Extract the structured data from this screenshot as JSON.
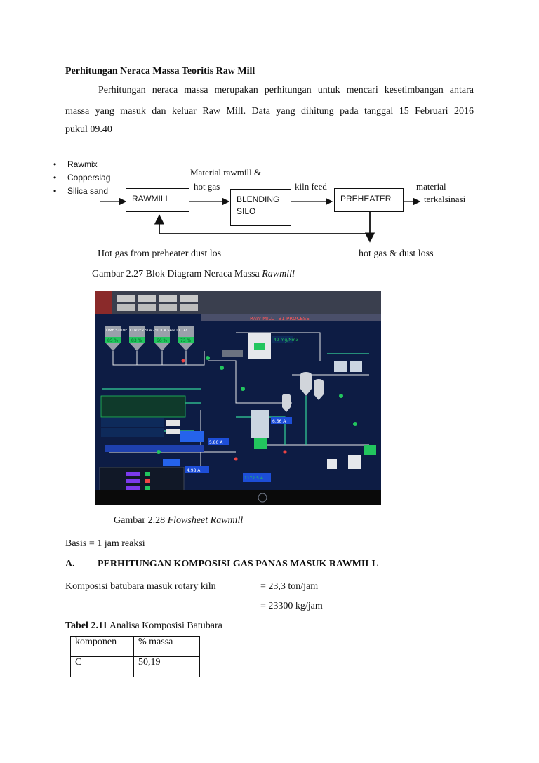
{
  "heading": "Perhitungan  Neraca Massa Teoritis Raw Mill",
  "paragraph": {
    "line1": "Perhitungan neraca massa merupakan perhitungan untuk mencari kesetimbangan antara",
    "line2": "massa yang masuk dan keluar Raw Mill. Data yang dihitung pada tanggal 15 Februari 2016",
    "line3": "pukul 09.40"
  },
  "inputs": [
    "Rawmix",
    "Copperslag",
    "Silica sand"
  ],
  "diagram": {
    "box_rawmill": "RAWMILL",
    "box_blending_line1": "BLENDING",
    "box_blending_line2": "SILO",
    "box_preheater": "PREHEATER",
    "label_material_line1": "Material rawmill  &",
    "label_material_line2": "hot gas",
    "label_kiln_feed": "kiln feed",
    "label_out_line1": "material",
    "label_out_line2": "terkalsinasi",
    "label_hot_gas_return": "Hot gas from preheater dust los",
    "label_hot_gas_loss": "hot gas  & dust loss"
  },
  "caption_227": {
    "prefix": "Gambar 2.27 Blok Diagram  Neraca Massa ",
    "italic": "Rawmill"
  },
  "screen": {
    "title": "RAW MILL TB1 PROCESS",
    "hopper_labels": [
      "LIME STONE",
      "COPPER SLAG",
      "SILICA SAND",
      "CLAY"
    ],
    "hopper_values": [
      "85 %",
      "83 %",
      "66 %",
      "73 %"
    ],
    "readout_1": "49 mg/Nm3",
    "readout_2": "4.98 A",
    "readout_3": "1172.5 A",
    "readout_4": "6.56 A",
    "readout_5": "5.80 A"
  },
  "caption_228": {
    "prefix": "Gambar 2.28 ",
    "italic": "Flowsheet Rawmill"
  },
  "basis": "Basis  = 1 jam reaksi",
  "section_a": {
    "letter": "A.",
    "title": "PERHITUNGAN KOMPOSISI GAS PANAS MASUK RAWMILL"
  },
  "komposisi": {
    "label": "Komposisi  batubara  masuk  rotary  kiln",
    "value1": "=  23,3 ton/jam",
    "value2": "=  23300 kg/jam"
  },
  "table_caption": {
    "bold": "Tabel 2.11",
    "rest": " Analisa  Komposisi  Batubara"
  },
  "table": {
    "headers": [
      "komponen",
      "% massa"
    ],
    "rows": [
      [
        "C",
        "50,19"
      ]
    ]
  }
}
